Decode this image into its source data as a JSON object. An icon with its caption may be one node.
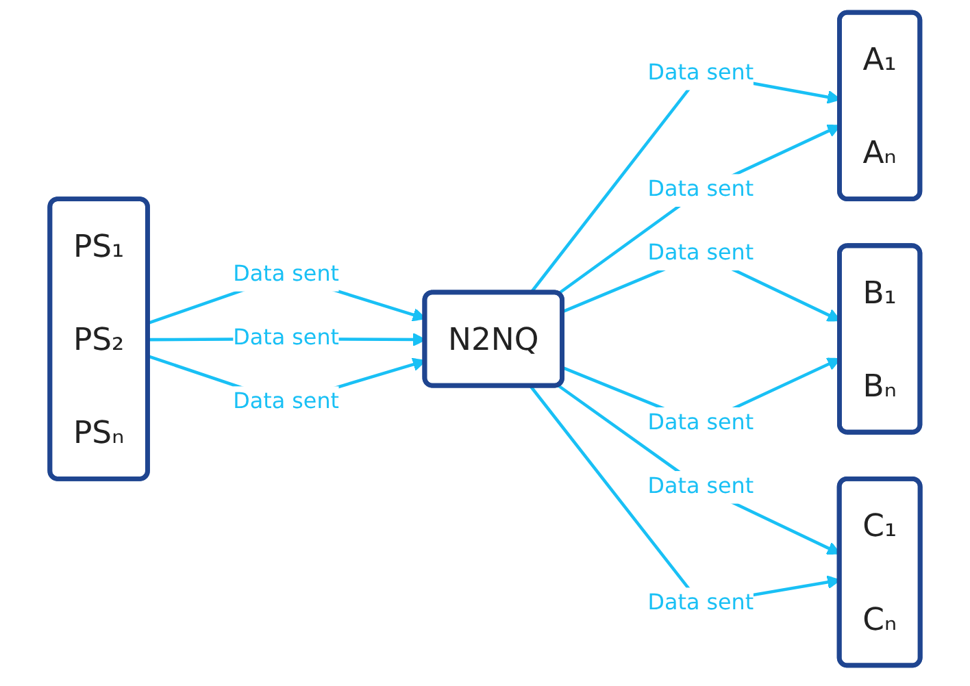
{
  "diagram": {
    "nodes": [
      {
        "text": [
          "PS₁",
          "PS₂",
          "PSₙ"
        ]
      },
      {
        "text": [
          "N2NQ"
        ]
      },
      {
        "text": [
          "A₁",
          "Aₙ"
        ]
      },
      {
        "text": [
          "B₁",
          "Bₙ"
        ]
      },
      {
        "text": [
          "C₁",
          "Cₙ"
        ]
      }
    ],
    "edges": [
      {
        "from": 0,
        "to": 1,
        "arrow": "to",
        "label": "Data sent"
      },
      {
        "from": 0,
        "to": 1,
        "arrow": "to",
        "label": "Data sent"
      },
      {
        "from": 0,
        "to": 1,
        "arrow": "to",
        "label": "Data sent"
      },
      {
        "from": 1,
        "to": 2,
        "arrow": "to",
        "label": "Data sent"
      },
      {
        "from": 1,
        "to": 2,
        "arrow": "to",
        "label": "Data sent"
      },
      {
        "from": 1,
        "to": 3,
        "arrow": "to",
        "label": "Data sent"
      },
      {
        "from": 1,
        "to": 3,
        "arrow": "to",
        "label": "Data sent"
      },
      {
        "from": 1,
        "to": 4,
        "arrow": "to",
        "label": "Data sent"
      },
      {
        "from": 1,
        "to": 4,
        "arrow": "to",
        "label": "Data sent"
      }
    ]
  }
}
